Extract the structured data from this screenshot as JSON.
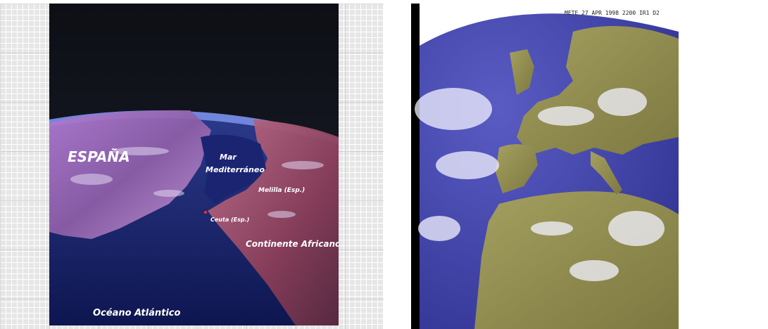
{
  "left_image": {
    "labels": {
      "spain": "ESPAÑA",
      "mediterranean_line1": "Mar",
      "mediterranean_line2": "Mediterráneo",
      "melilla": "Melilla (Esp.)",
      "ceuta": "Ceuta (Esp.)",
      "africa": "Continente Africano",
      "atlantic": "Océano Atlántico"
    }
  },
  "right_image": {
    "caption": "METE 27 APR 1998 2200 IR1 D2"
  },
  "colors": {
    "space": "#10141c",
    "ocean": "#1c2a78",
    "land_left": "#8a5aa0",
    "africa_left": "#9a4a60",
    "sat_sea": "#3d40a8",
    "sat_land": "#8e8a4a"
  }
}
